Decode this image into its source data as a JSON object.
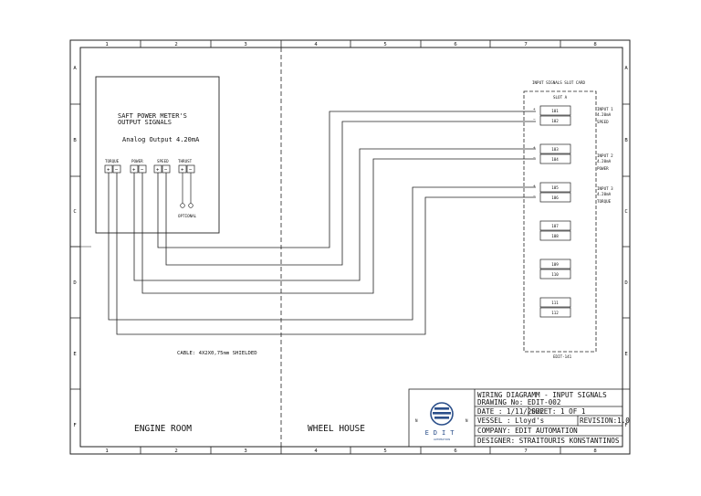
{
  "border": {
    "columns": [
      "1",
      "2",
      "3",
      "4",
      "5",
      "6",
      "7",
      "8"
    ],
    "rows": [
      "A",
      "B",
      "C",
      "D",
      "E",
      "F"
    ]
  },
  "meter": {
    "title_line1": "SAFT POWER METER'S",
    "title_line2": "OUTPUT SIGNALS",
    "subtitle": "Analog Output 4.20mA",
    "groups": [
      {
        "label": "TORQUE",
        "plus": "+",
        "minus": "−"
      },
      {
        "label": "POWER",
        "plus": "+",
        "minus": "−"
      },
      {
        "label": "SPEED",
        "plus": "+",
        "minus": "−"
      },
      {
        "label": "THRUST",
        "plus": "+",
        "minus": "−"
      }
    ],
    "optional": "OPTIONAL"
  },
  "cable": "CABLE: 4X2X0,75mm SHIELDED",
  "rooms": {
    "left": "ENGINE ROOM",
    "right": "WHEEL HOUSE"
  },
  "card": {
    "header": "INPUT SIGNALS SLOT CARD",
    "slot": "SLOT A",
    "footer": "EDIT-141",
    "terminals": [
      "101",
      "102",
      "103",
      "104",
      "105",
      "106",
      "107",
      "108",
      "109",
      "110",
      "111",
      "112"
    ],
    "inputs": [
      {
        "line1": "INPUT 1",
        "line2": "4.20mA",
        "line3": "SPEED"
      },
      {
        "line1": "INPUT 2",
        "line2": "4.20mA",
        "line3": "POWER"
      },
      {
        "line1": "INPUT 3",
        "line2": "4.20mA",
        "line3": "TORQUE"
      }
    ],
    "pin_plus": "+",
    "pin_minus": "−"
  },
  "title_block": {
    "title": "WIRING DIAGRAMM - INPUT SIGNALS",
    "drawing": "DRAWING No: EDIT-002",
    "date": "DATE  : 1/11/2022",
    "sheet": "SHEET: 1 OF 1",
    "vessel": "VESSEL  : Lloyd's",
    "revision": "REVISION:1.0",
    "company": "COMPANY: EDIT AUTOMATION",
    "designer": "DESIGNER: STRAITOURIS KONSTANTINOS"
  },
  "logo": {
    "text": "EDIT",
    "tagline": "AUTOMATION",
    "bracket_left": "N",
    "bracket_right": "N"
  }
}
